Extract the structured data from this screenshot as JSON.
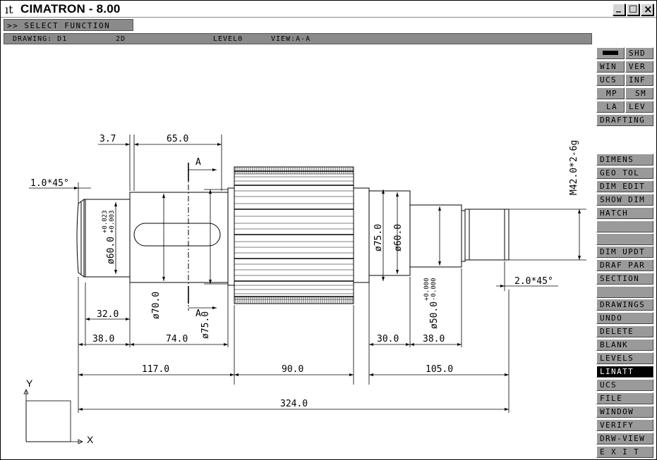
{
  "window": {
    "logo_glyph": "ıt",
    "title": "CIMATRON -  8.00",
    "minimize_glyph": "_",
    "maximize_glyph": "□",
    "close_glyph": "×"
  },
  "prompt": {
    "text": ">> SELECT FUNCTION"
  },
  "status": {
    "drawing": "DRAWING: D1",
    "mode": "2D",
    "level": "LEVEL0",
    "view": "VIEW:A-A"
  },
  "menu": {
    "shd": "SHD",
    "win": "WIN",
    "ver": "VER",
    "ucs_short": "UCS",
    "inf": "INF",
    "mp": "MP",
    "sm": "SM",
    "la": "LA",
    "lev": "LEV",
    "drafting": "DRAFTING",
    "dimens": "DIMENS",
    "geo_tol": "GEO TOL",
    "dim_edit": "DIM EDIT",
    "show_dim": "SHOW DIM",
    "hatch": "HATCH",
    "dim_updt": "DIM UPDT",
    "draf_par": "DRAF PAR",
    "section": "SECTION",
    "drawings": "DRAWINGS",
    "undo": "UNDO",
    "delete": "DELETE",
    "blank": "BLANK",
    "levels": "LEVELS",
    "linatt": "LINATT",
    "ucs": "UCS",
    "file": "FILE",
    "window_item": "WINDOW",
    "verify": "VERIFY",
    "drw_view": "DRW-VIEW",
    "exit": "E X I T"
  },
  "drawing": {
    "dims": {
      "d3_7": "3.7",
      "d65": "65.0",
      "chamfer_left": "1.0*45°",
      "thread": "M42.0*2-6g",
      "phi60_tol_left": "ø60.0",
      "tol_upper_left": "+0.023",
      "tol_lower_left": "+0.003",
      "phi70": "ø70.0",
      "phi75_left": "ø75.0",
      "phi75": "ø75.0",
      "phi60": "ø60.0",
      "phi50": "ø50.0",
      "tol_upper_right": "+0.000",
      "tol_lower_right": "-0.000",
      "chamfer_right": "2.0*45°",
      "d32": "32.0",
      "d38_left": "38.0",
      "d74": "74.0",
      "d30": "30.0",
      "d38_right": "38.0",
      "d117": "117.0",
      "d90": "90.0",
      "d105": "105.0",
      "d324": "324.0",
      "section_a_top": "A",
      "section_a_bottom": "A"
    },
    "axes": {
      "y": "Y",
      "x": "X"
    }
  }
}
